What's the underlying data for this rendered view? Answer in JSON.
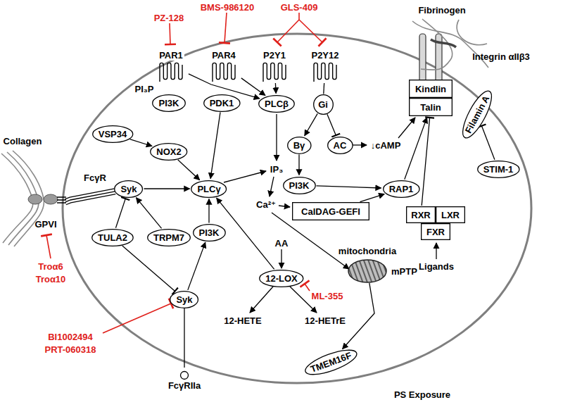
{
  "diagram": {
    "nodes": [
      {
        "text": [
          "PAR1"
        ]
      },
      {
        "text": [
          "PAR4"
        ]
      },
      {
        "text": [
          "P2Y1"
        ]
      },
      {
        "text": [
          "P2Y12"
        ]
      },
      {
        "text": [
          "PI3K"
        ]
      },
      {
        "text": [
          "PDK1"
        ]
      },
      {
        "text": [
          "PLCβ"
        ]
      },
      {
        "text": [
          "Gi"
        ]
      },
      {
        "text": [
          "Bγ"
        ]
      },
      {
        "text": [
          "AC"
        ]
      },
      {
        "text": [
          "PI3K"
        ]
      },
      {
        "text": [
          "VSP34"
        ]
      },
      {
        "text": [
          "NOX2"
        ]
      },
      {
        "text": [
          "Syk"
        ]
      },
      {
        "text": [
          "PLCγ"
        ]
      },
      {
        "text": [
          "TULA2"
        ]
      },
      {
        "text": [
          "TRPM7"
        ]
      },
      {
        "text": [
          "PI3K"
        ]
      },
      {
        "text": [
          "Syk"
        ]
      },
      {
        "text": [
          "12-LOX"
        ]
      },
      {
        "text": [
          "CalDAG-GEFI"
        ]
      },
      {
        "text": [
          "RAP1"
        ]
      },
      {
        "text": [
          "Kindlin"
        ]
      },
      {
        "text": [
          "Talin"
        ]
      },
      {
        "text": [
          "Filamin A"
        ]
      },
      {
        "text": [
          "RXR"
        ]
      },
      {
        "text": [
          "LXR"
        ]
      },
      {
        "text": [
          "FXR"
        ]
      },
      {
        "text": [
          "STIM-1"
        ]
      },
      {
        "text": [
          "mitochondria",
          "mPTP"
        ]
      },
      {
        "text": [
          "TMEM16F"
        ]
      },
      {
        "text": [
          "GPVI"
        ]
      },
      {
        "text": [
          "FcγRIIa"
        ]
      }
    ],
    "edges": [
      {
        "from": 0,
        "to": 6,
        "arrow": "to"
      },
      {
        "from": 1,
        "to": 6,
        "arrow": "to"
      },
      {
        "from": 2,
        "to": 6,
        "arrow": "to"
      },
      {
        "from": 3,
        "to": 7,
        "arrow": "none"
      },
      {
        "from": 7,
        "to": 8,
        "arrow": "to"
      },
      {
        "from": 7,
        "to": 9,
        "arrow": "to"
      },
      {
        "from": 8,
        "to": 10,
        "arrow": "to"
      },
      {
        "from": 10,
        "to": 21,
        "arrow": "to"
      },
      {
        "from": 5,
        "to": 14,
        "arrow": "to"
      },
      {
        "from": 11,
        "to": 12,
        "arrow": "to"
      },
      {
        "from": 12,
        "to": 14,
        "arrow": "to"
      },
      {
        "from": 13,
        "to": 14,
        "arrow": "to"
      },
      {
        "from": 15,
        "to": 13,
        "arrow": "to"
      },
      {
        "from": 16,
        "to": 13,
        "arrow": "to"
      },
      {
        "from": 15,
        "to": 18,
        "arrow": "to"
      },
      {
        "from": 18,
        "to": 17,
        "arrow": "to"
      },
      {
        "from": 17,
        "to": 14,
        "arrow": "to"
      },
      {
        "from": 19,
        "to": 14,
        "arrow": "to"
      },
      {
        "from": 20,
        "to": 21,
        "arrow": "to"
      },
      {
        "from": 21,
        "to": 23,
        "arrow": "to"
      },
      {
        "from": 25,
        "to": 23,
        "arrow": "to"
      },
      {
        "from": 28,
        "to": 24,
        "arrow": "to"
      },
      {
        "from": 29,
        "to": 30,
        "arrow": "to"
      },
      {
        "from": 31,
        "to": 13,
        "arrow": "none"
      },
      {
        "from": 32,
        "to": 18,
        "arrow": "none"
      }
    ],
    "labels": [
      "PZ-128",
      "BMS-986120",
      "GLS-409",
      "PI₃P",
      "IP₃",
      "Ca²⁺",
      "AA",
      "12-HETE",
      "12-HETrE",
      "↓cAMP",
      "Fibrinogen",
      "Integrin αIIβ3",
      "Collagen",
      "FcγR",
      "Troα6",
      "Troα10",
      "BI1002494",
      "PRT-060318",
      "ML-355",
      "Ligands",
      "PS Exposure"
    ]
  }
}
